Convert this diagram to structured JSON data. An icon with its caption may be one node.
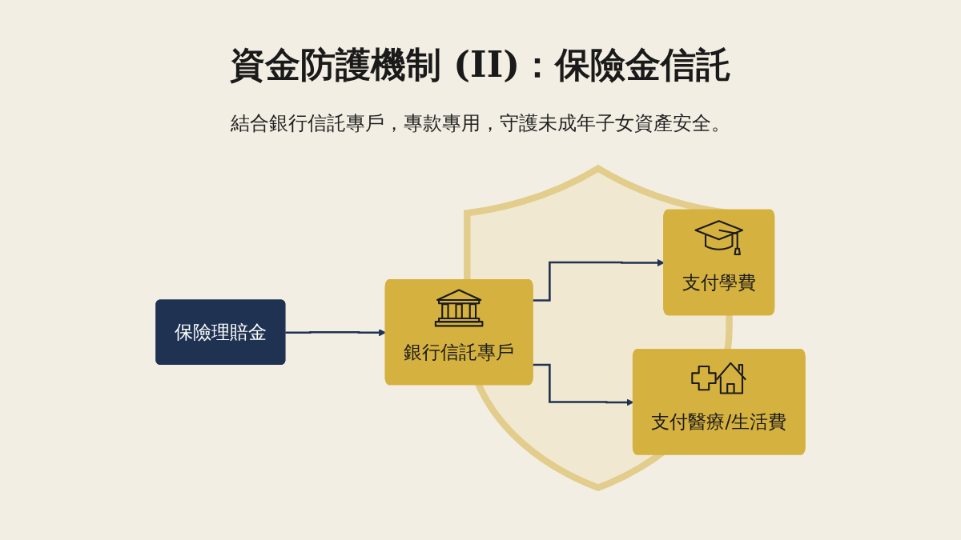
{
  "diagram": {
    "title": "資金防護機制 (II)：保險金信託",
    "nodes": [
      {
        "text": [
          "保險理賠金"
        ]
      },
      {
        "text": [
          "銀行信託專戶"
        ]
      },
      {
        "text": [
          "支付學費"
        ]
      },
      {
        "text": [
          "支付醫療/生活費"
        ]
      }
    ],
    "edges": [
      {
        "from": 0,
        "to": 1,
        "arrow": "to"
      },
      {
        "from": 1,
        "to": 2,
        "arrow": "to"
      },
      {
        "from": 1,
        "to": 3,
        "arrow": "to"
      }
    ],
    "labels": [
      "結合銀行信託專戶，專款專用，守護未成年子女資產安全。"
    ]
  }
}
